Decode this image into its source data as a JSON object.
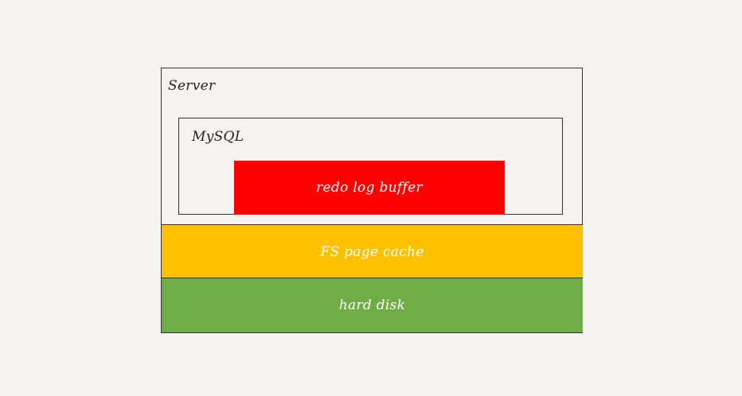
{
  "diagram": {
    "server": {
      "label": "Server"
    },
    "mysql": {
      "label": "MySQL"
    },
    "redo_log_buffer": {
      "label": "redo log buffer",
      "color": "#ff0000"
    },
    "fs_page_cache": {
      "label": "FS page cache",
      "color": "#ffc000"
    },
    "hard_disk": {
      "label": "hard disk",
      "color": "#70ad47"
    }
  }
}
